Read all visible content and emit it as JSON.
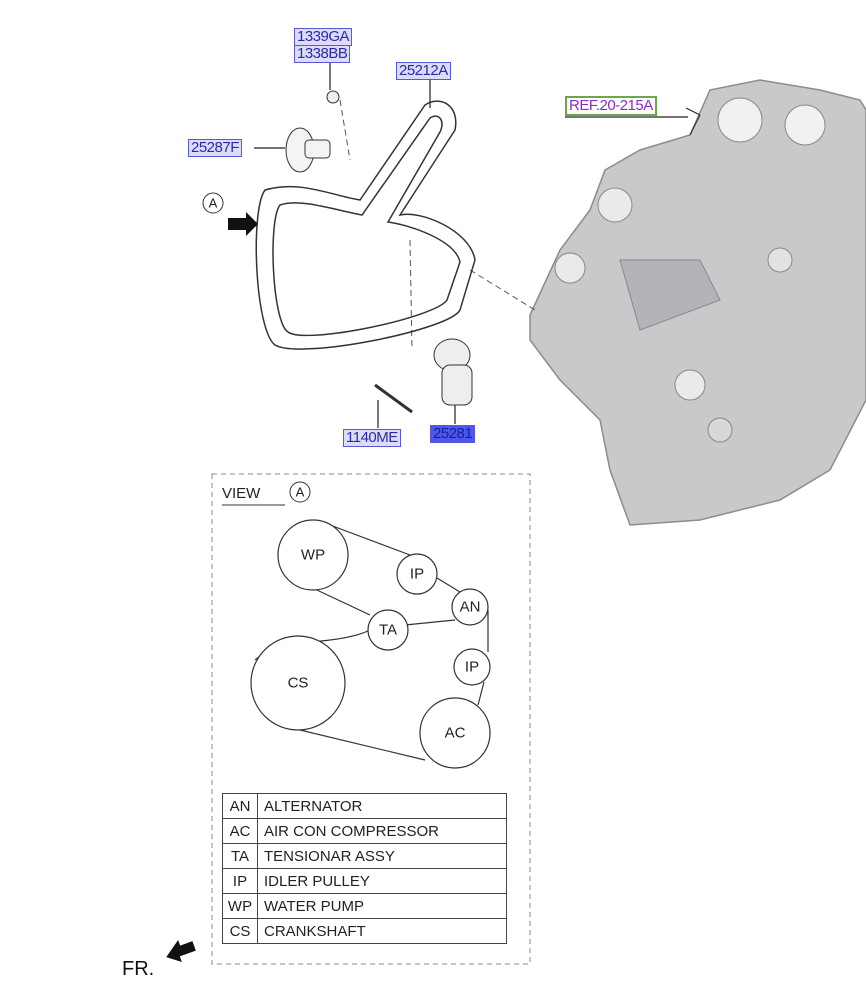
{
  "part_labels": {
    "bolt_a": "1339GA",
    "bolt_b": "1338BB",
    "belt": "25212A",
    "idler_pulley": "25287F",
    "bolt_c": "1140ME",
    "tensioner": "25281",
    "reference": "REF.20-215A"
  },
  "view_marker": "A",
  "view": {
    "title": "VIEW",
    "marker": "A",
    "pulleys": [
      "WP",
      "IP",
      "AN",
      "TA",
      "IP",
      "CS",
      "AC"
    ]
  },
  "legend": [
    {
      "code": "AN",
      "desc": "ALTERNATOR"
    },
    {
      "code": "AC",
      "desc": "AIR CON COMPRESSOR"
    },
    {
      "code": "TA",
      "desc": "TENSIONAR ASSY"
    },
    {
      "code": "IP",
      "desc": "IDLER PULLEY"
    },
    {
      "code": "WP",
      "desc": "WATER PUMP"
    },
    {
      "code": "CS",
      "desc": "CRANKSHAFT"
    }
  ],
  "front_label": "FR.",
  "colors": {
    "label_bg": "#dcdcf8",
    "label_selected": "#4a58ee",
    "ref_border": "#6aa84f",
    "ref_text": "#8a2fbf"
  }
}
